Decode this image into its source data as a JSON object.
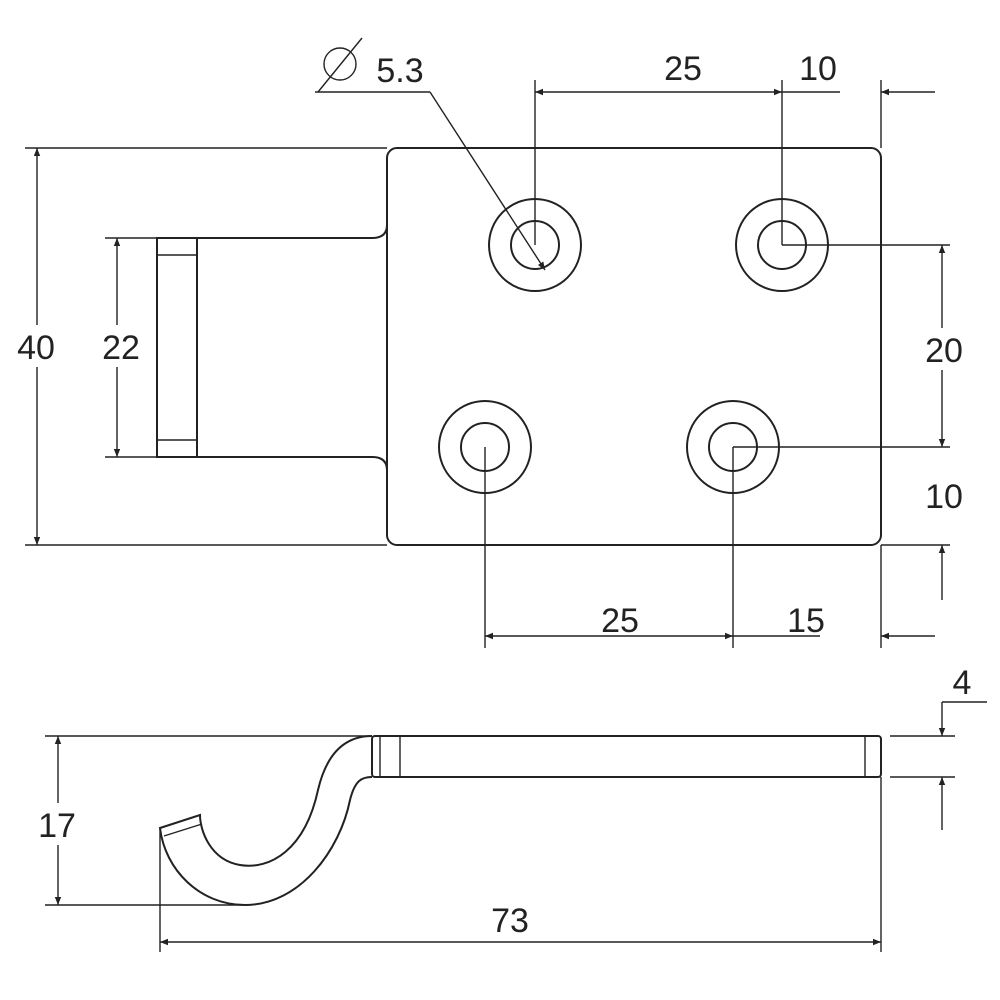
{
  "drawing": {
    "title": "Hook plate technical drawing",
    "colors": {
      "line": "#222222",
      "background": "#ffffff"
    },
    "dimensions": {
      "hole_diameter": "5.3",
      "top_hole_spacing": "25",
      "top_right_offset": "10",
      "overall_height": "40",
      "tab_height": "22",
      "hole_vertical_spacing": "20",
      "bottom_offset": "10",
      "bottom_hole_spacing": "25",
      "bottom_right_offset": "15",
      "thickness": "4",
      "side_height": "17",
      "overall_length": "73"
    }
  }
}
